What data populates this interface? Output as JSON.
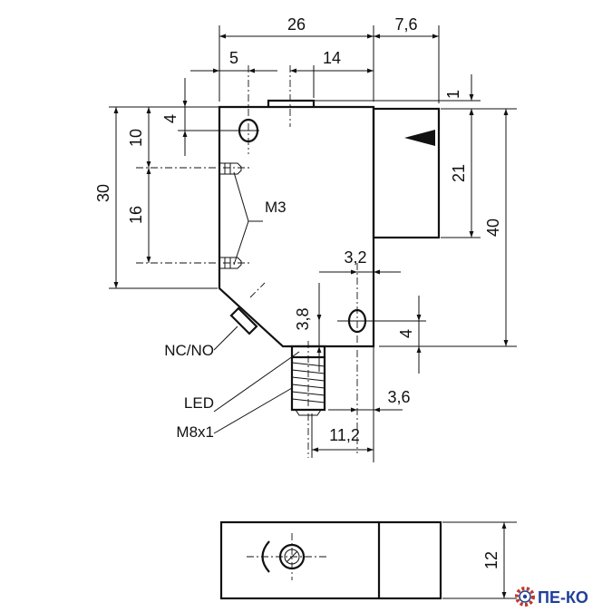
{
  "dimensions": {
    "width_26": "26",
    "offset_7_6": "7,6",
    "offset_5": "5",
    "width_14": "14",
    "offset_1": "1",
    "offset_4_top": "4",
    "offset_10": "10",
    "height_30": "30",
    "height_16": "16",
    "height_21": "21",
    "height_40": "40",
    "offset_3_2": "3,2",
    "offset_3_8": "3,8",
    "offset_4_bottom": "4",
    "offset_3_6": "3,6",
    "width_11_2": "11,2",
    "height_12": "12"
  },
  "labels": {
    "screw": "M3",
    "output": "NC/NO",
    "led": "LED",
    "connector": "M8x1"
  },
  "logo": {
    "text": "ПЕ-КО",
    "color": "#1f3f9a",
    "gear_color": "#c0392b"
  }
}
